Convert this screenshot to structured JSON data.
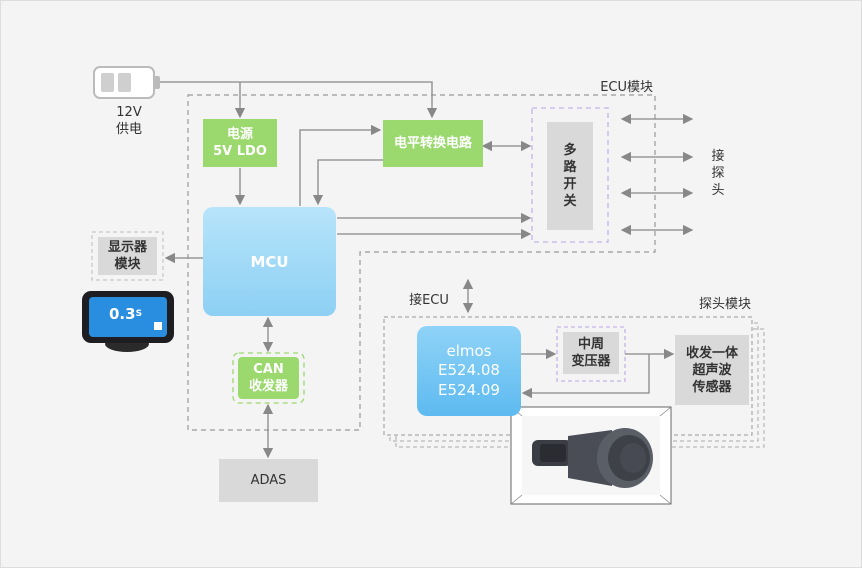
{
  "battery": {
    "label": "12V\n供电"
  },
  "ecu_module": {
    "title": "ECU模块"
  },
  "power_ldo": {
    "label": "电源\n5V LDO"
  },
  "level_shift": {
    "label": "电平转换电路"
  },
  "mux": {
    "label": "多\n路\n开\n关"
  },
  "mcu": {
    "label": "MCU"
  },
  "display": {
    "label": "显示器\n模块",
    "screen_text": "0.3",
    "screen_unit": "S"
  },
  "can": {
    "label": "CAN\n收发器"
  },
  "adas": {
    "label": "ADAS"
  },
  "probe_side": {
    "label": "接\n探\n头"
  },
  "to_ecu": {
    "label": "接ECU"
  },
  "probe_module": {
    "title": "探头模块"
  },
  "elmos": {
    "brand": "elmos",
    "part1": "E524.08",
    "part2": "E524.09"
  },
  "transformer": {
    "label": "中周\n变压器"
  },
  "transducer": {
    "label": "收发一体\n超声波\n传感器"
  },
  "colors": {
    "green": "#9bd96e",
    "blue": "#8dd0f4",
    "gray": "#d9d9d9",
    "arrow": "#888888",
    "dash": "#999999",
    "purple_dash": "#c7b3e6"
  }
}
